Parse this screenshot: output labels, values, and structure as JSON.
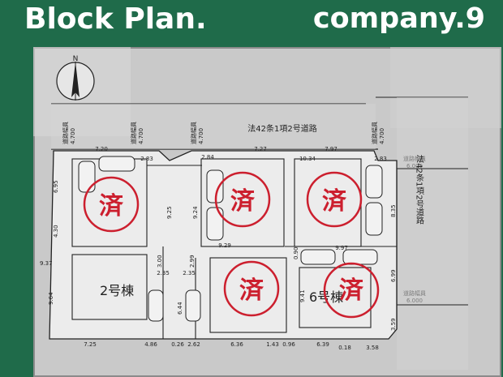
{
  "header": {
    "title": "Block Plan.",
    "company": "company.9",
    "background_color": "#1f6b4a"
  },
  "compass": {
    "north_label": "N"
  },
  "roads": {
    "top_road": "法42条1項2号道路",
    "right_road": "法42条1項2号道路",
    "width_label": "道路幅員",
    "widths": [
      "4.700",
      "4.700",
      "4.700",
      "4.700",
      "6.000",
      "6.000"
    ]
  },
  "lots": {
    "lot2_label": "2号棟",
    "lot6_label": "6号棟",
    "sold_mark": "済",
    "sold_color": "#cc1f2e"
  },
  "dimensions": {
    "d720": "7.20",
    "d283a": "2.83",
    "d284": "2.84",
    "d727": "7.27",
    "d1034": "10.34",
    "d797": "7.97",
    "d283b": "2.83",
    "d695": "6.95",
    "d430": "4.30",
    "d937": "9.37",
    "d964": "9.64",
    "d925": "9.25",
    "d924": "9.24",
    "d929": "9.29",
    "d997": "9.97",
    "d835": "8.35",
    "d090": "0.90",
    "d300": "3.00",
    "d299": "2.99",
    "d235a": "2.35",
    "d235b": "2.35",
    "d644": "6.44",
    "d941": "9.41",
    "d699": "6.99",
    "d359": "3.59",
    "d725": "7.25",
    "d486": "4.86",
    "d026": "0.26",
    "d262": "2.62",
    "d636": "6.36",
    "d143": "1.43",
    "d096": "0.96",
    "d639": "6.39",
    "d018": "0.18",
    "d358": "3.58"
  }
}
